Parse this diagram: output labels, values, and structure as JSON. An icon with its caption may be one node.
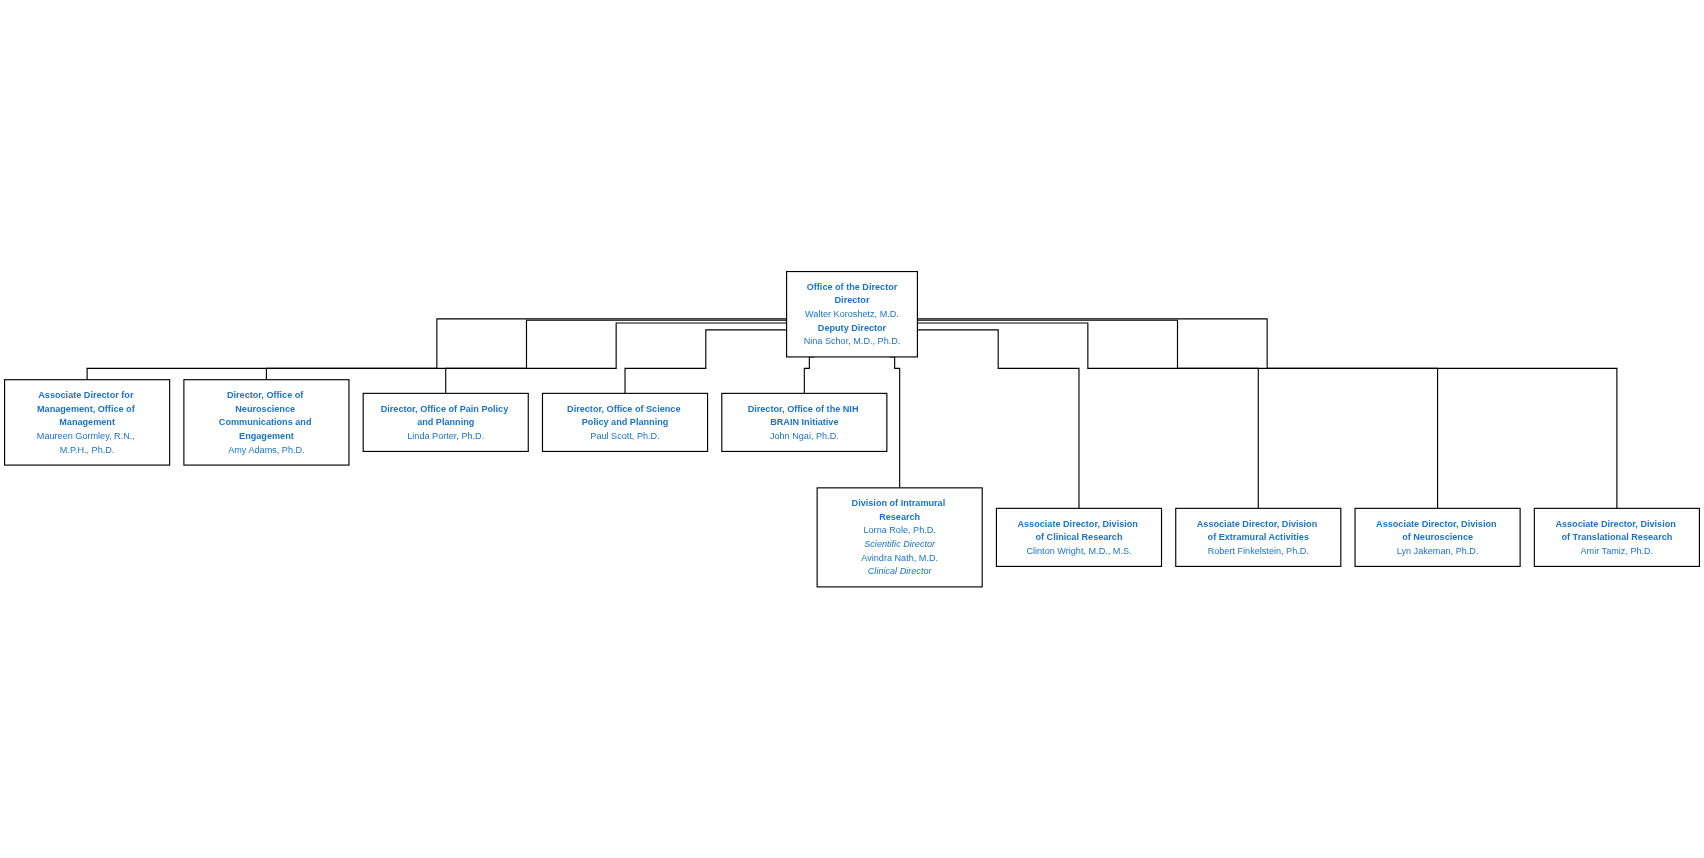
{
  "diagram": {
    "nodes": [
      {
        "text": [
          "Office of the Director",
          "Director",
          "Walter Koroshetz, M.D.",
          "Deputy Director",
          "Nina Schor, M.D., Ph.D."
        ]
      },
      {
        "text": [
          "Associate Director for Management, Office of Management",
          "Maureen Gormley, R.N., M.P.H., Ph.D."
        ]
      },
      {
        "text": [
          "Director, Office of Neuroscience Communications and Engagement",
          "Amy Adams, Ph.D."
        ]
      },
      {
        "text": [
          "Director, Office of Pain Policy and Planning",
          "Linda Porter, Ph.D."
        ]
      },
      {
        "text": [
          "Director, Office of Science Policy and Planning",
          "Paul Scott, Ph.D."
        ]
      },
      {
        "text": [
          "Director, Office of the NIH BRAIN Initiative",
          "John Ngai, Ph.D."
        ]
      },
      {
        "text": [
          "Division of Intramural Research",
          "Lorna Role, Ph.D.",
          "Scientific Director",
          "Avindra Nath, M.D.",
          "Clinical Director"
        ]
      },
      {
        "text": [
          "Associate Director, Division of Clinical Research",
          "Clinton Wright, M.D., M.S."
        ]
      },
      {
        "text": [
          "Associate Director, Division of Extramural Activities",
          "Robert Finkelstein, Ph.D."
        ]
      },
      {
        "text": [
          "Associate Director, Division of Neuroscience",
          "Lyn Jakeman, Ph.D."
        ]
      },
      {
        "text": [
          "Associate Director, Division of Translational Research",
          "Amir Tamiz, Ph.D."
        ]
      }
    ],
    "edges": [
      {
        "from": 0,
        "to": 1,
        "arrow": "none"
      },
      {
        "from": 0,
        "to": 2,
        "arrow": "none"
      },
      {
        "from": 0,
        "to": 3,
        "arrow": "none"
      },
      {
        "from": 0,
        "to": 4,
        "arrow": "none"
      },
      {
        "from": 0,
        "to": 5,
        "arrow": "none"
      },
      {
        "from": 0,
        "to": 6,
        "arrow": "none"
      },
      {
        "from": 0,
        "to": 7,
        "arrow": "none"
      },
      {
        "from": 0,
        "to": 8,
        "arrow": "none"
      },
      {
        "from": 0,
        "to": 9,
        "arrow": "none"
      },
      {
        "from": 0,
        "to": 10,
        "arrow": "none"
      }
    ]
  }
}
